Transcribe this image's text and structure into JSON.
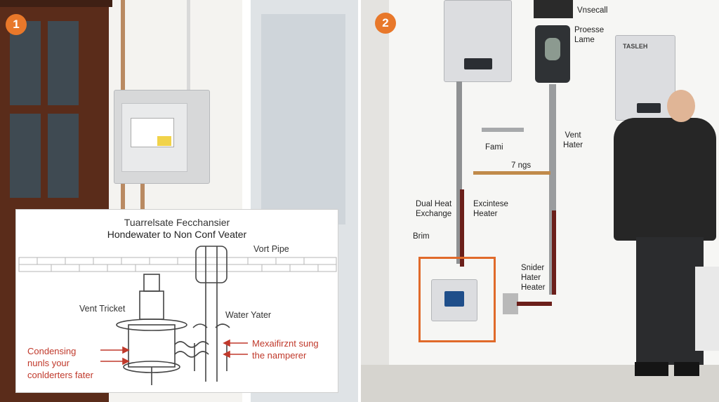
{
  "panel1": {
    "badge": "1",
    "diagram": {
      "title": "Tuarrelsate Fecchansier",
      "subtitle": "Hondewater to Non Conf Veater",
      "labels": {
        "vent_pipe": "Vort Pipe",
        "vent_tricket": "Vent Tricket",
        "water_yater": "Water Yater",
        "condensing_1": "Condensing",
        "condensing_2": "nunls your",
        "condensing_3": "conlderters fater",
        "mex_1": "Mexaifirznt sung",
        "mex_2": "the namperer"
      }
    }
  },
  "panel2": {
    "badge": "2",
    "labels": {
      "vnsecall": "Vnsecall",
      "proesse_1": "Proesse",
      "proesse_2": "Lame",
      "vent_hater_1": "Vent",
      "vent_hater_2": "Hater",
      "fami": "Fami",
      "rings": "7 ngs",
      "dual_1": "Dual Heat",
      "dual_2": "Exchange",
      "excintese_1": "Excintese",
      "excintese_2": "Heater",
      "brim": "Brim",
      "snider_1": "Snider",
      "snider_2": "Hater",
      "snider_3": "Heater"
    },
    "heater_brand": "TASLEH"
  },
  "colors": {
    "badge": "#e8782a",
    "callout_red": "#c0392b",
    "orange_line": "#e06a2a"
  }
}
